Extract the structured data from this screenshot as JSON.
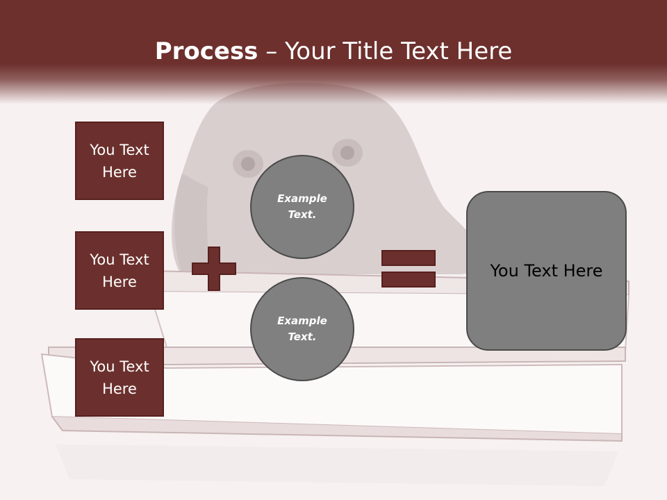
{
  "slide": {
    "title_bold": "Process",
    "title_rest": " – Your Title Text Here",
    "left_boxes": [
      {
        "text": "You Text Here"
      },
      {
        "text": "You Text Here"
      },
      {
        "text": "You Text Here"
      }
    ],
    "circles": [
      {
        "text": "Example Text."
      },
      {
        "text": "Example Text."
      }
    ],
    "result_box": {
      "text": "You Text Here"
    }
  },
  "colors": {
    "header": "#6d302d",
    "box_fill": "#6b302d",
    "circle_fill": "#808080",
    "result_fill": "#7f7f7f",
    "background": "#f7f1f1"
  },
  "icons": {
    "plus": "plus-icon",
    "equals": "equals-icon"
  }
}
